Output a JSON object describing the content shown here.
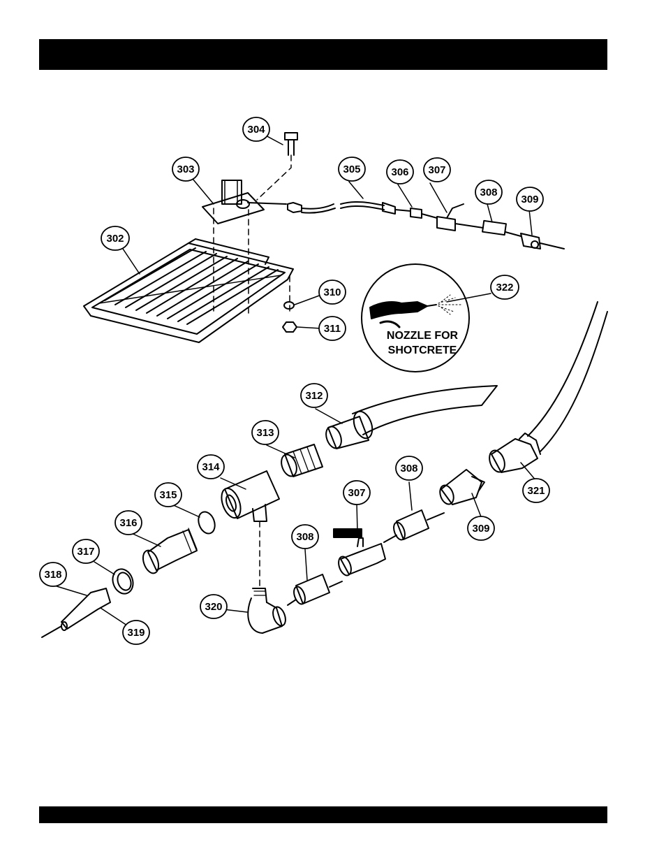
{
  "callouts": {
    "c302": "302",
    "c303": "303",
    "c304": "304",
    "c305": "305",
    "c306": "306",
    "c307a": "307",
    "c308a": "308",
    "c309a": "309",
    "c310": "310",
    "c311": "311",
    "c312": "312",
    "c313": "313",
    "c314": "314",
    "c315": "315",
    "c316": "316",
    "c317": "317",
    "c318": "318",
    "c319": "319",
    "c320": "320",
    "c321": "321",
    "c322": "322",
    "c307b": "307",
    "c308b": "308",
    "c308c": "308",
    "c309b": "309"
  },
  "inset": {
    "line1": "NOZZLE FOR",
    "line2": "SHOTCRETE"
  }
}
